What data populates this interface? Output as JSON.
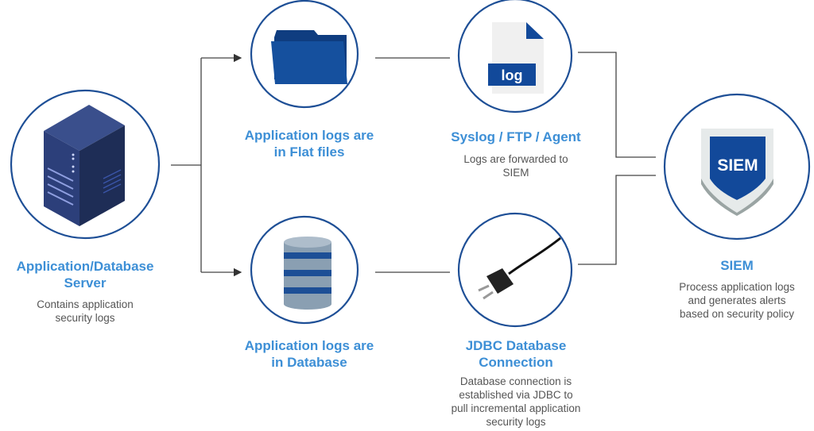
{
  "colors": {
    "accent": "#3d8fd6",
    "circle": "#1e4f96",
    "icon": "#12499a",
    "connector": "#444444"
  },
  "nodes": {
    "server": {
      "title_line1": "Application/Database",
      "title_line2": "Server",
      "desc_line1": "Contains application",
      "desc_line2": "security logs",
      "icon": "server-icon"
    },
    "flatfiles": {
      "title_line1": "Application logs are",
      "title_line2": "in Flat files",
      "icon": "folder-icon"
    },
    "syslog": {
      "title": "Syslog / FTP / Agent",
      "desc_line1": "Logs are forwarded to",
      "desc_line2": "SIEM",
      "icon": "log-file-icon",
      "icon_label": "log"
    },
    "database": {
      "title_line1": "Application logs are",
      "title_line2": "in Database",
      "icon": "database-icon"
    },
    "jdbc": {
      "title_line1": "JDBC Database",
      "title_line2": "Connection",
      "desc_line1": "Database connection is",
      "desc_line2": "established via JDBC to",
      "desc_line3": "pull incremental application",
      "desc_line4": "security logs",
      "icon": "plug-icon"
    },
    "siem": {
      "title": "SIEM",
      "desc_line1": "Process application logs",
      "desc_line2": "and generates alerts",
      "desc_line3": "based on security policy",
      "icon": "siem-shield-icon",
      "icon_label": "SIEM"
    }
  }
}
